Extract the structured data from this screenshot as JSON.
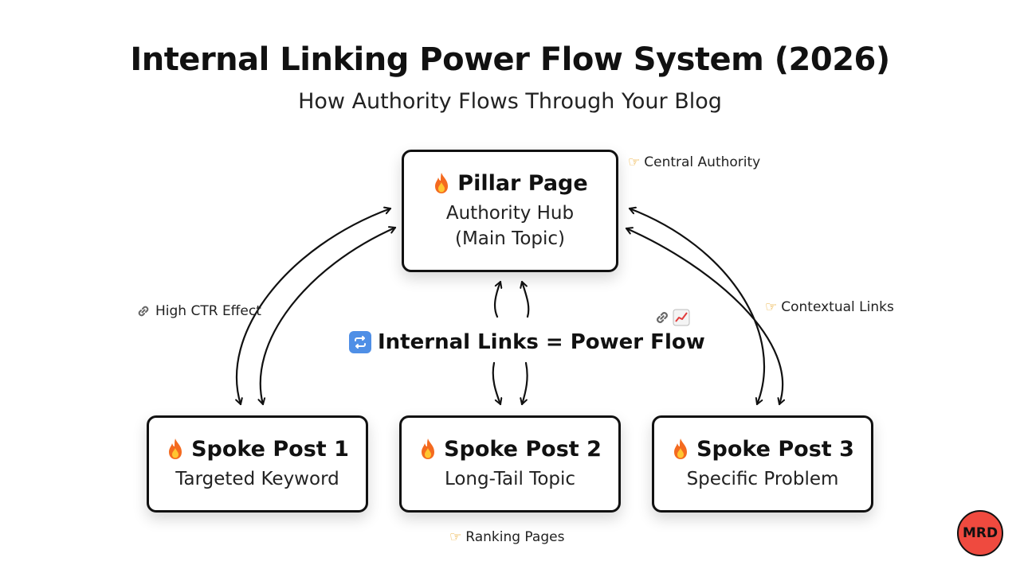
{
  "title": "Internal Linking Power Flow System (2026)",
  "subtitle": "How Authority Flows Through Your Blog",
  "pillar": {
    "heading": "Pillar Page",
    "line1": "Authority Hub",
    "line2": "(Main Topic)"
  },
  "spokes": [
    {
      "heading": "Spoke Post 1",
      "sub": "Targeted Keyword"
    },
    {
      "heading": "Spoke Post 2",
      "sub": "Long-Tail Topic"
    },
    {
      "heading": "Spoke Post 3",
      "sub": "Specific Problem"
    }
  ],
  "center_label": "Internal Links = Power Flow",
  "notes": {
    "central_authority": "Central Authority",
    "high_ctr": "High CTR Effect",
    "contextual": "Contextual Links",
    "ranking": "Ranking Pages"
  },
  "badge": "MRD",
  "icons": {
    "heading_icon": "fire-icon",
    "note_icon": "pointing-hand-icon",
    "link_icon": "link-icon",
    "chart_icon": "chart-increasing-icon",
    "loop_icon": "repeat-icon"
  },
  "colors": {
    "badge": "#ef4a3f",
    "loop_icon": "#4f8fe6",
    "hand": "#e8a21b",
    "flame": "#f46a1f"
  }
}
